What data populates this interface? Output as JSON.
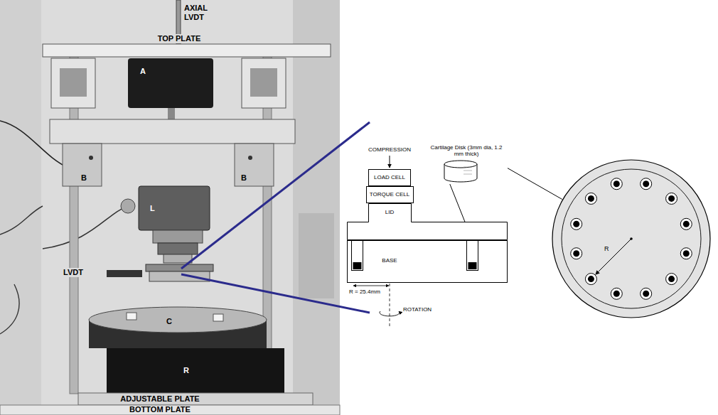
{
  "diagram": {
    "nodes": [
      {
        "text": [
          "LOAD CELL"
        ]
      },
      {
        "text": [
          "TORQUE CELL"
        ]
      },
      {
        "text": [
          "LID"
        ]
      },
      {
        "text": [
          "BASE"
        ]
      },
      {
        "text": [
          "Cartilage Disk (3mm dia, 1.2 mm thick)"
        ]
      },
      {
        "text": [
          "R"
        ]
      }
    ],
    "edges": [
      {
        "from": 4,
        "to": 3,
        "arrow": "none"
      },
      {
        "from": 4,
        "to": 5,
        "arrow": "none"
      }
    ],
    "labels": [
      "AXIAL LVDT",
      "TOP PLATE",
      "A",
      "B",
      "B",
      "L",
      "LVDT",
      "C",
      "R",
      "ADJUSTABLE PLATE",
      "BOTTOM PLATE",
      "COMPRESSION",
      "R = 25.4mm",
      "ROTATION"
    ]
  }
}
